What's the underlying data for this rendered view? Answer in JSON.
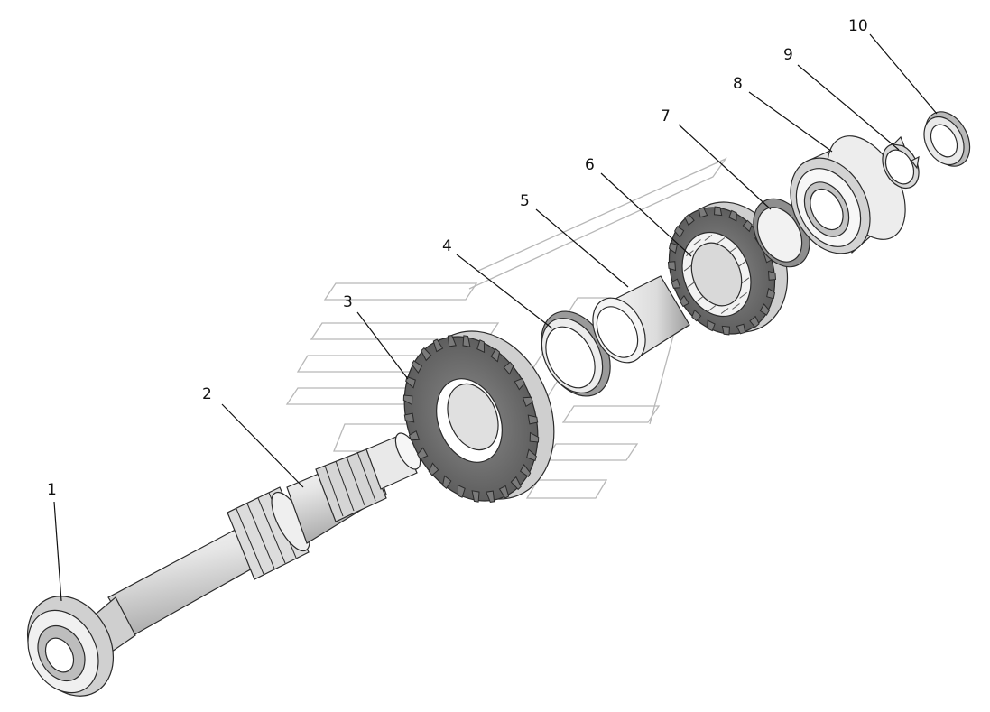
{
  "diagram": {
    "part_numbers": [
      "1",
      "2",
      "3",
      "4",
      "5",
      "6",
      "7",
      "8",
      "9",
      "10"
    ]
  },
  "colors": {
    "background": "#ffffff",
    "outline": "#2a2a2a",
    "metal_light": "#f2f2f2",
    "metal_mid": "#d9d9d9",
    "metal_dark": "#9a9a9a",
    "gear_dark": "#6e6e6e",
    "watermark": "#b8b8b8"
  }
}
